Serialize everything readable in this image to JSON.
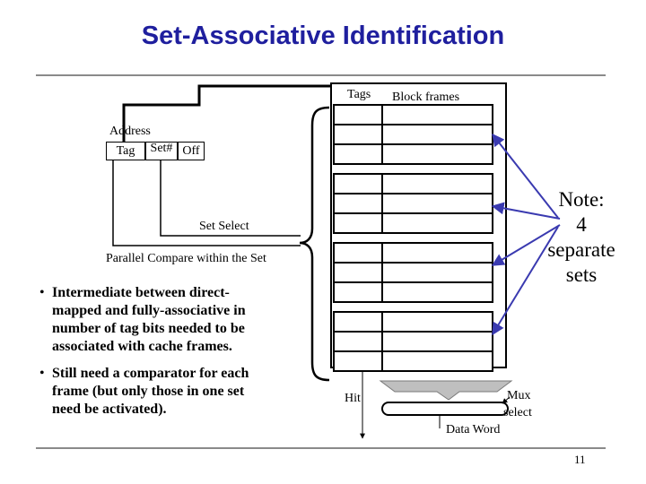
{
  "slide": {
    "title": "Set-Associative Identification",
    "page_number": "11"
  },
  "diagram": {
    "tags_label": "Tags",
    "block_frames_label": "Block frames",
    "address_label": "Address",
    "address_fields": [
      "Tag",
      "Set#",
      "Off"
    ],
    "set_select_label": "Set Select",
    "parallel_compare_label": "Parallel Compare within the Set",
    "hit_label": "Hit",
    "mux_label": "Mux",
    "select_label": "select",
    "data_word_label": "Data Word",
    "note_lines": [
      "Note:",
      "4",
      "separate",
      "sets"
    ],
    "set_count": 4,
    "rows_per_set": 3
  },
  "bullets": [
    "Intermediate between direct-mapped and fully-associative in number of tag bits needed to be associated with cache frames.",
    "Still need a comparator for each frame (but only those in one set need be activated)."
  ],
  "colors": {
    "title": "#1f1f9e",
    "arrows": "#3a3ab0",
    "rule": "#8a8a8a",
    "mux_fill": "#bfbfbf"
  }
}
